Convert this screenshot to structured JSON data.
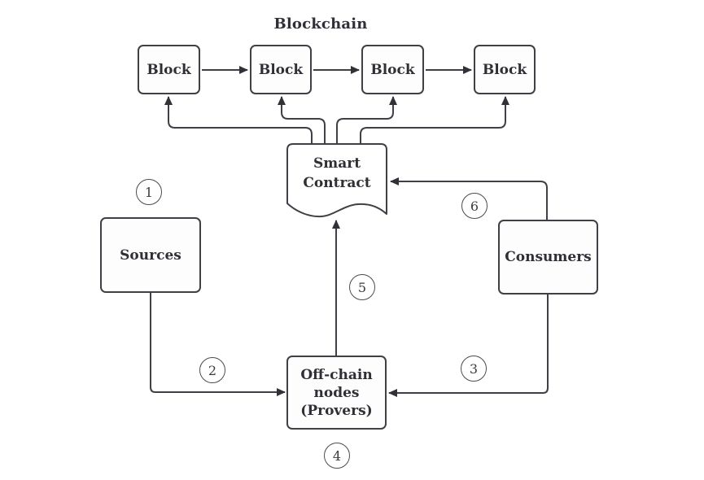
{
  "diagram": {
    "title": "Blockchain",
    "blocks": [
      "Block",
      "Block",
      "Block",
      "Block"
    ],
    "smart_contract": {
      "lines": [
        "Smart",
        "Contract"
      ]
    },
    "sources": {
      "label": "Sources"
    },
    "consumers": {
      "label": "Consumers"
    },
    "offchain": {
      "lines": [
        "Off-chain",
        "nodes",
        "(Provers)"
      ]
    },
    "steps": [
      "1",
      "2",
      "3",
      "4",
      "5",
      "6"
    ],
    "colors": {
      "stroke": "#3f4045",
      "arrowhead": "#313237",
      "text": "#2f3035",
      "background": "#ffffff"
    }
  }
}
